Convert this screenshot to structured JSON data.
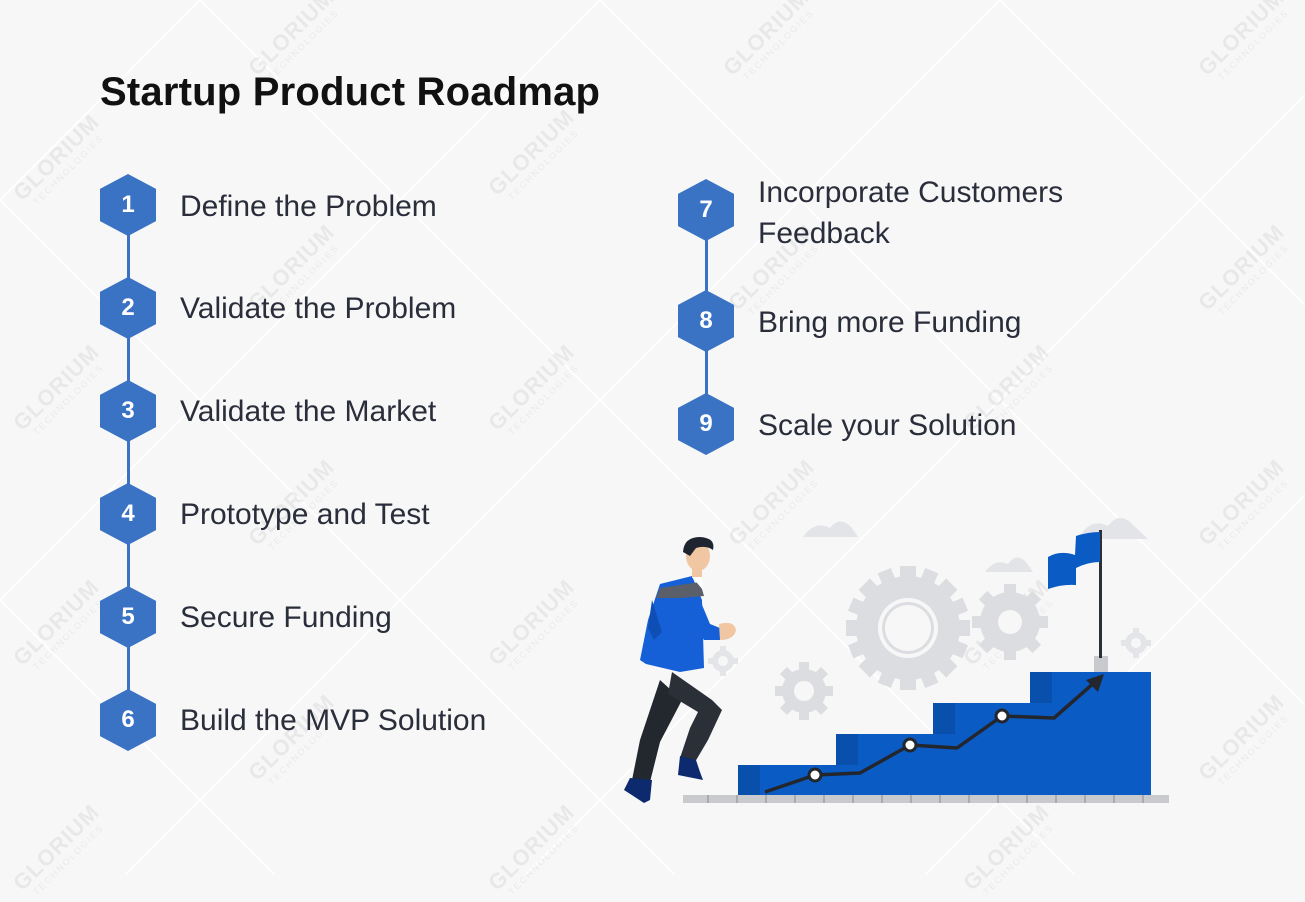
{
  "title": "Startup Product Roadmap",
  "watermark": {
    "main": "GLORIUM",
    "sub": "TECHNOLOGIES"
  },
  "colors": {
    "background": "#f7f7f8",
    "accent": "#3a72c4",
    "text": "#2a2d3a",
    "title": "#111111",
    "stairs": "#0a5cc4",
    "gear": "#dcdde0"
  },
  "steps_left": [
    {
      "number": "1",
      "label": "Define the Problem"
    },
    {
      "number": "2",
      "label": "Validate the Problem"
    },
    {
      "number": "3",
      "label": "Validate the Market"
    },
    {
      "number": "4",
      "label": "Prototype and Test"
    },
    {
      "number": "5",
      "label": "Secure Funding"
    },
    {
      "number": "6",
      "label": "Build the MVP Solution"
    }
  ],
  "steps_right": [
    {
      "number": "7",
      "label_line1": "Incorporate Customers",
      "label_line2": "Feedback"
    },
    {
      "number": "8",
      "label": "Bring more Funding"
    },
    {
      "number": "9",
      "label": "Scale your Solution"
    }
  ],
  "illustration": {
    "description": "Businessman climbing blue stairs with rising trend line toward a flag, gears and clouds in background",
    "icons": [
      "businessman-figure",
      "stairs",
      "trend-line-arrow",
      "flag-icon",
      "gear-icon",
      "cloud-icon"
    ]
  }
}
